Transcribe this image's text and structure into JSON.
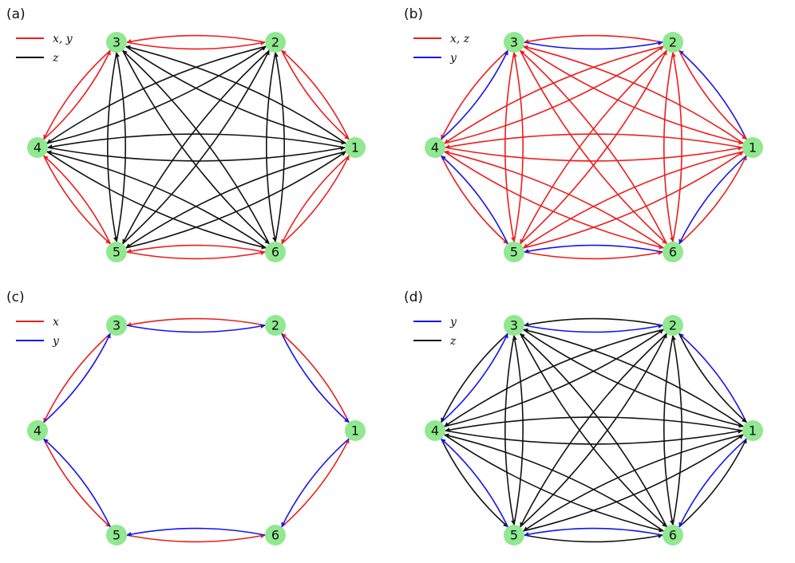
{
  "colors": {
    "red": "#ee1c1c",
    "blue": "#1414ee",
    "black": "#111111",
    "node": "#90e890"
  },
  "panels": [
    {
      "label": "(a)",
      "legend": [
        {
          "color": "red",
          "text": "x, y"
        },
        {
          "color": "black",
          "text": "z"
        }
      ],
      "nodes": [
        "1",
        "2",
        "3",
        "4",
        "5",
        "6"
      ],
      "edges": [
        [
          "1",
          "2",
          "red"
        ],
        [
          "2",
          "1",
          "red"
        ],
        [
          "2",
          "3",
          "red"
        ],
        [
          "3",
          "2",
          "red"
        ],
        [
          "3",
          "4",
          "red"
        ],
        [
          "4",
          "3",
          "red"
        ],
        [
          "4",
          "5",
          "red"
        ],
        [
          "5",
          "4",
          "red"
        ],
        [
          "5",
          "6",
          "red"
        ],
        [
          "6",
          "5",
          "red"
        ],
        [
          "6",
          "1",
          "red"
        ],
        [
          "1",
          "6",
          "red"
        ],
        [
          "1",
          "3",
          "black"
        ],
        [
          "3",
          "1",
          "black"
        ],
        [
          "1",
          "4",
          "black"
        ],
        [
          "4",
          "1",
          "black"
        ],
        [
          "1",
          "5",
          "black"
        ],
        [
          "5",
          "1",
          "black"
        ],
        [
          "2",
          "4",
          "black"
        ],
        [
          "4",
          "2",
          "black"
        ],
        [
          "2",
          "5",
          "black"
        ],
        [
          "5",
          "2",
          "black"
        ],
        [
          "2",
          "6",
          "black"
        ],
        [
          "6",
          "2",
          "black"
        ],
        [
          "3",
          "5",
          "black"
        ],
        [
          "5",
          "3",
          "black"
        ],
        [
          "3",
          "6",
          "black"
        ],
        [
          "6",
          "3",
          "black"
        ],
        [
          "4",
          "6",
          "black"
        ],
        [
          "6",
          "4",
          "black"
        ]
      ]
    },
    {
      "label": "(b)",
      "legend": [
        {
          "color": "red",
          "text": "x, z"
        },
        {
          "color": "blue",
          "text": "y"
        }
      ],
      "nodes": [
        "1",
        "2",
        "3",
        "4",
        "5",
        "6"
      ],
      "edges": [
        [
          "1",
          "2",
          "blue"
        ],
        [
          "2",
          "1",
          "red"
        ],
        [
          "2",
          "3",
          "red"
        ],
        [
          "3",
          "2",
          "blue"
        ],
        [
          "3",
          "4",
          "red"
        ],
        [
          "4",
          "3",
          "blue"
        ],
        [
          "4",
          "5",
          "red"
        ],
        [
          "5",
          "4",
          "blue"
        ],
        [
          "5",
          "6",
          "red"
        ],
        [
          "6",
          "5",
          "blue"
        ],
        [
          "6",
          "1",
          "red"
        ],
        [
          "1",
          "6",
          "blue"
        ],
        [
          "1",
          "3",
          "red"
        ],
        [
          "3",
          "1",
          "red"
        ],
        [
          "1",
          "4",
          "red"
        ],
        [
          "4",
          "1",
          "red"
        ],
        [
          "1",
          "5",
          "red"
        ],
        [
          "5",
          "1",
          "red"
        ],
        [
          "2",
          "4",
          "red"
        ],
        [
          "4",
          "2",
          "red"
        ],
        [
          "2",
          "5",
          "red"
        ],
        [
          "5",
          "2",
          "red"
        ],
        [
          "2",
          "6",
          "red"
        ],
        [
          "6",
          "2",
          "red"
        ],
        [
          "3",
          "5",
          "red"
        ],
        [
          "5",
          "3",
          "red"
        ],
        [
          "3",
          "6",
          "red"
        ],
        [
          "6",
          "3",
          "red"
        ],
        [
          "4",
          "6",
          "red"
        ],
        [
          "6",
          "4",
          "red"
        ]
      ]
    },
    {
      "label": "(c)",
      "legend": [
        {
          "color": "red",
          "text": "x"
        },
        {
          "color": "blue",
          "text": "y"
        }
      ],
      "nodes": [
        "1",
        "2",
        "3",
        "4",
        "5",
        "6"
      ],
      "edges": [
        [
          "1",
          "2",
          "red"
        ],
        [
          "2",
          "1",
          "blue"
        ],
        [
          "2",
          "3",
          "red"
        ],
        [
          "3",
          "2",
          "blue"
        ],
        [
          "3",
          "4",
          "red"
        ],
        [
          "4",
          "3",
          "blue"
        ],
        [
          "4",
          "5",
          "red"
        ],
        [
          "5",
          "4",
          "blue"
        ],
        [
          "5",
          "6",
          "red"
        ],
        [
          "6",
          "5",
          "blue"
        ],
        [
          "6",
          "1",
          "red"
        ],
        [
          "1",
          "6",
          "blue"
        ]
      ]
    },
    {
      "label": "(d)",
      "legend": [
        {
          "color": "blue",
          "text": "y"
        },
        {
          "color": "black",
          "text": "z"
        }
      ],
      "nodes": [
        "1",
        "2",
        "3",
        "4",
        "5",
        "6"
      ],
      "edges": [
        [
          "1",
          "2",
          "blue"
        ],
        [
          "2",
          "1",
          "black"
        ],
        [
          "2",
          "3",
          "black"
        ],
        [
          "3",
          "2",
          "blue"
        ],
        [
          "3",
          "4",
          "black"
        ],
        [
          "4",
          "3",
          "blue"
        ],
        [
          "4",
          "5",
          "black"
        ],
        [
          "5",
          "4",
          "blue"
        ],
        [
          "5",
          "6",
          "black"
        ],
        [
          "6",
          "5",
          "blue"
        ],
        [
          "6",
          "1",
          "black"
        ],
        [
          "1",
          "6",
          "blue"
        ],
        [
          "1",
          "3",
          "black"
        ],
        [
          "3",
          "1",
          "black"
        ],
        [
          "1",
          "4",
          "black"
        ],
        [
          "4",
          "1",
          "black"
        ],
        [
          "1",
          "5",
          "black"
        ],
        [
          "5",
          "1",
          "black"
        ],
        [
          "2",
          "4",
          "black"
        ],
        [
          "4",
          "2",
          "black"
        ],
        [
          "2",
          "5",
          "black"
        ],
        [
          "5",
          "2",
          "black"
        ],
        [
          "2",
          "6",
          "black"
        ],
        [
          "6",
          "2",
          "black"
        ],
        [
          "3",
          "5",
          "black"
        ],
        [
          "5",
          "3",
          "black"
        ],
        [
          "3",
          "6",
          "black"
        ],
        [
          "6",
          "3",
          "black"
        ],
        [
          "4",
          "6",
          "black"
        ],
        [
          "6",
          "4",
          "black"
        ]
      ]
    }
  ]
}
